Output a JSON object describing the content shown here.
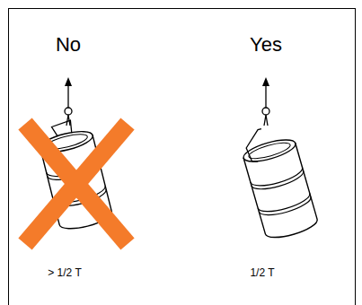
{
  "diagram": {
    "labels": [
      "No",
      "Yes",
      "> 1/2 T",
      "1/2 T"
    ]
  }
}
